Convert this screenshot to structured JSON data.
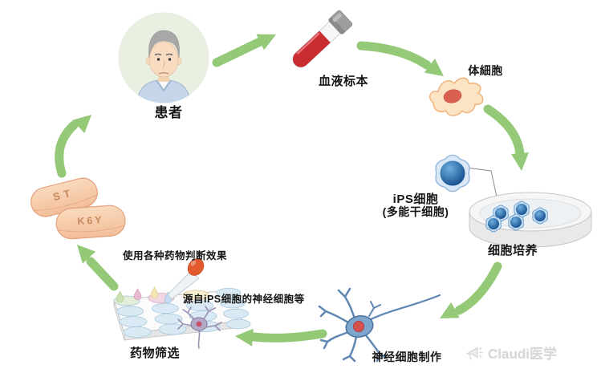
{
  "nodes": {
    "patient": {
      "label": "患者"
    },
    "blood_sample": {
      "label": "血液标本"
    },
    "somatic_cell": {
      "label": "体細胞"
    },
    "ips_cell": {
      "label": "iPS细胞",
      "sublabel": "(多能干细胞)"
    },
    "cell_culture": {
      "label": "细胞培养"
    },
    "neuron_production": {
      "label": "神经细胞制作"
    },
    "drug_screening": {
      "label": "药物筛选",
      "annotation_effect": "使用各种药物判断效果",
      "annotation_cells": "源自iPS细胞的神经细胞等"
    },
    "drug_tablets": {
      "imprint_left": "ST",
      "imprint_right": "K6Y"
    }
  },
  "flow": [
    "patient → blood_sample",
    "blood_sample → somatic_cell",
    "somatic_cell → cell_culture",
    "cell_culture → neuron_production",
    "neuron_production → drug_screening",
    "drug_screening → drug_tablets",
    "drug_tablets → patient"
  ],
  "watermark": {
    "icon": "megaphone-icon",
    "text": "Claudi医学"
  },
  "colors": {
    "arrow_green": "#94C977",
    "blood_red": "#C92B31",
    "stem_cell_blue": "#1C5FA9",
    "somatic_cell_fill": "#FBE3C3",
    "pill_peach": "#F6CDA9",
    "patient_circle_bg": "#E9EFE1",
    "watermark_gray": "#D9D9D9"
  }
}
